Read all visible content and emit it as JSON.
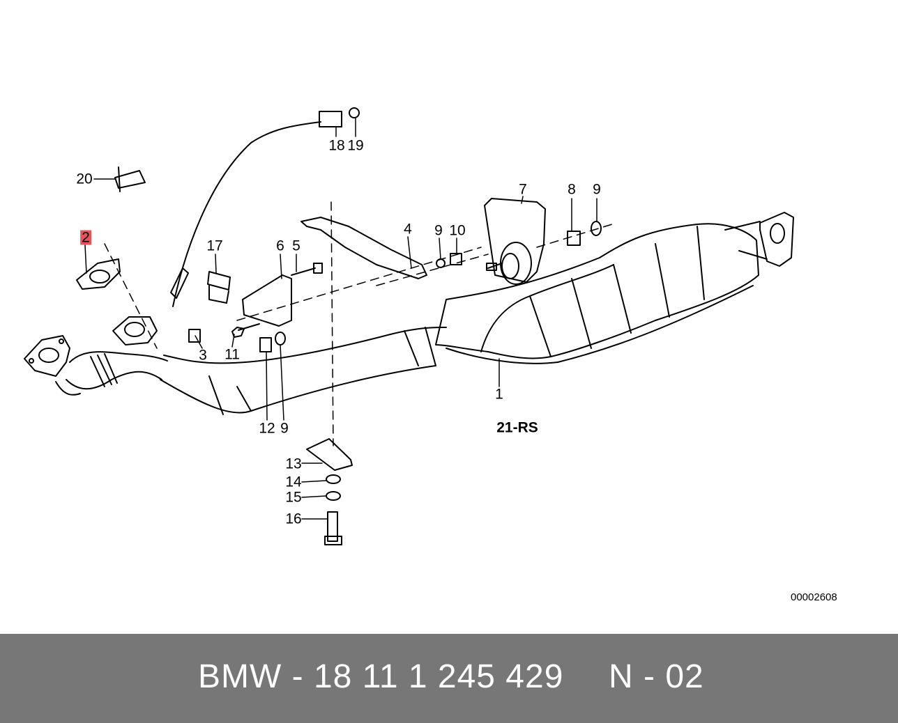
{
  "diagram": {
    "image_code": "00002608",
    "assembly_label": "21-RS",
    "callouts": [
      {
        "id": "c1",
        "text": "1"
      },
      {
        "id": "c2",
        "text": "2",
        "highlighted": true
      },
      {
        "id": "c3",
        "text": "3"
      },
      {
        "id": "c4",
        "text": "4"
      },
      {
        "id": "c5",
        "text": "5"
      },
      {
        "id": "c6",
        "text": "6"
      },
      {
        "id": "c7",
        "text": "7"
      },
      {
        "id": "c8",
        "text": "8"
      },
      {
        "id": "c9a",
        "text": "9"
      },
      {
        "id": "c9b",
        "text": "9"
      },
      {
        "id": "c9c",
        "text": "9"
      },
      {
        "id": "c10",
        "text": "10"
      },
      {
        "id": "c11",
        "text": "11"
      },
      {
        "id": "c12",
        "text": "12"
      },
      {
        "id": "c13",
        "text": "13"
      },
      {
        "id": "c14",
        "text": "14"
      },
      {
        "id": "c15",
        "text": "15"
      },
      {
        "id": "c16",
        "text": "16"
      },
      {
        "id": "c17",
        "text": "17"
      },
      {
        "id": "c18",
        "text": "18"
      },
      {
        "id": "c19",
        "text": "19"
      },
      {
        "id": "c20",
        "text": "20"
      }
    ],
    "highlight_color": "#e8545a"
  },
  "footer": {
    "part_number": "BMW - 18 11 1 245 429",
    "position": "N - 02",
    "background_color": "#777777"
  }
}
